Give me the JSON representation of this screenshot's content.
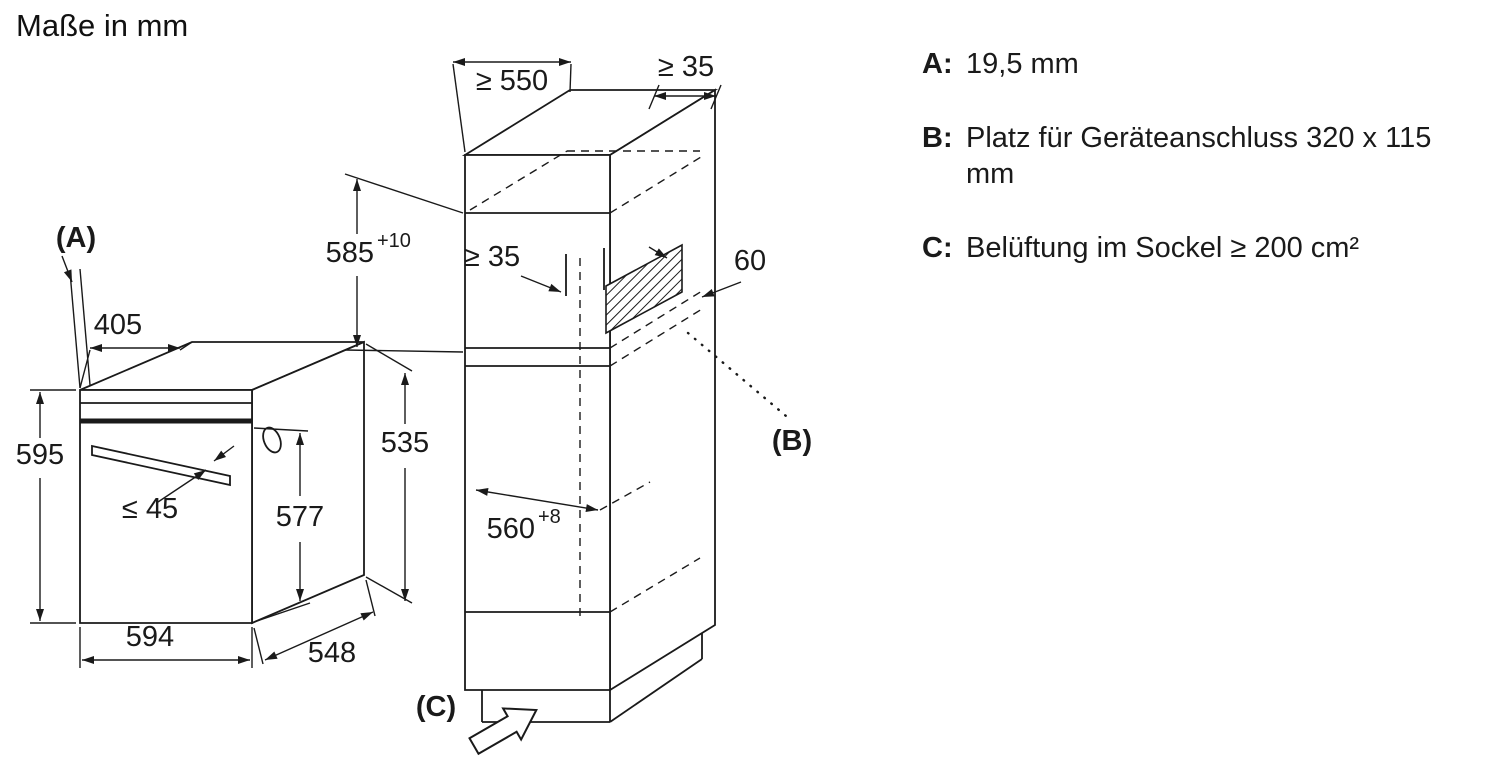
{
  "title": "Maße in mm",
  "colors": {
    "ink": "#1a1a1a",
    "background": "#ffffff"
  },
  "legend": {
    "items": [
      {
        "key": "A:",
        "text": "19,5 mm"
      },
      {
        "key": "B:",
        "text": "Platz für Geräteanschluss 320 x 115 mm"
      },
      {
        "key": "C:",
        "text": "Belüftung im Sockel ≥ 200 cm²"
      }
    ]
  },
  "oven": {
    "marker_a": "(A)",
    "dim_door_gap": "405",
    "dim_front_height": "595",
    "dim_handle_depth": "≤ 45",
    "dim_door_height": "577",
    "dim_body_height": "535",
    "dim_front_width": "594",
    "dim_body_depth": "548"
  },
  "cabinet": {
    "dim_depth": "≥ 550",
    "dim_top_gap": "≥ 35",
    "dim_niche_height": "585",
    "dim_niche_height_tol": "+10",
    "dim_rear_gap": "≥ 35",
    "dim_recess_depth": "60",
    "dim_niche_width": "560",
    "dim_niche_width_tol": "+8",
    "marker_b": "(B)",
    "marker_c": "(C)"
  }
}
